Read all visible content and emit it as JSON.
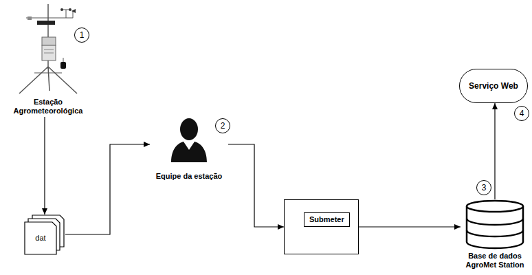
{
  "diagram": {
    "nodes": [
      {
        "text": [
          "Estação Agrometeorológica"
        ]
      },
      {
        "text": [
          "dat"
        ]
      },
      {
        "text": [
          "Equipe da estação"
        ]
      },
      {
        "text": []
      },
      {
        "text": [
          "Submeter"
        ],
        "in": 3
      },
      {
        "text": [
          "Base de dados AgroMet Station"
        ]
      },
      {
        "text": [
          "Serviço Web"
        ]
      }
    ],
    "edges": [
      {
        "from": 0,
        "to": 1,
        "arrow": "to"
      },
      {
        "from": 1,
        "to": 2,
        "arrow": "to"
      },
      {
        "from": 2,
        "to": 3,
        "arrow": "to"
      },
      {
        "from": 3,
        "to": 5,
        "arrow": "to"
      },
      {
        "from": 5,
        "to": 6,
        "arrow": "to"
      }
    ],
    "labels": [
      "1",
      "2",
      "3",
      "4"
    ]
  }
}
